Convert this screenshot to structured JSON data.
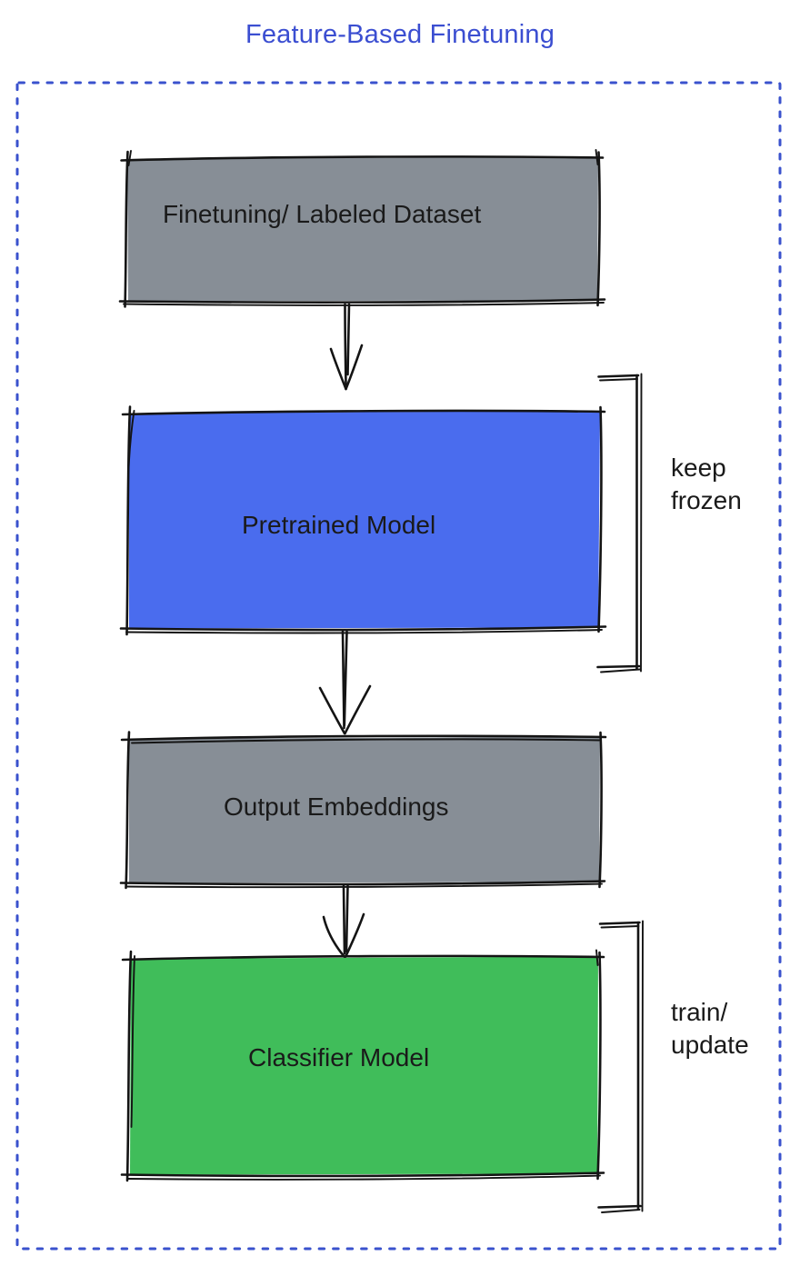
{
  "title": "Feature-Based Finetuning",
  "colors": {
    "title": "#3b4ed1",
    "border": "#3a52cd",
    "box_gray": "#878e96",
    "box_blue": "#4a6cee",
    "box_green": "#40bd5a",
    "ink": "#141414",
    "label": "#1a1a1a"
  },
  "diagram": {
    "nodes": [
      {
        "id": "dataset",
        "label": "Finetuning/ Labeled Dataset",
        "fill": "gray"
      },
      {
        "id": "pretrained",
        "label": "Pretrained Model",
        "fill": "blue"
      },
      {
        "id": "embeddings",
        "label": "Output Embeddings",
        "fill": "gray"
      },
      {
        "id": "classifier",
        "label": "Classifier Model",
        "fill": "green"
      }
    ],
    "annotations": [
      {
        "id": "keep-frozen",
        "label": "keep\nfrozen",
        "target": "pretrained"
      },
      {
        "id": "train-update",
        "label": "train/\nupdate",
        "target": "classifier"
      }
    ]
  }
}
